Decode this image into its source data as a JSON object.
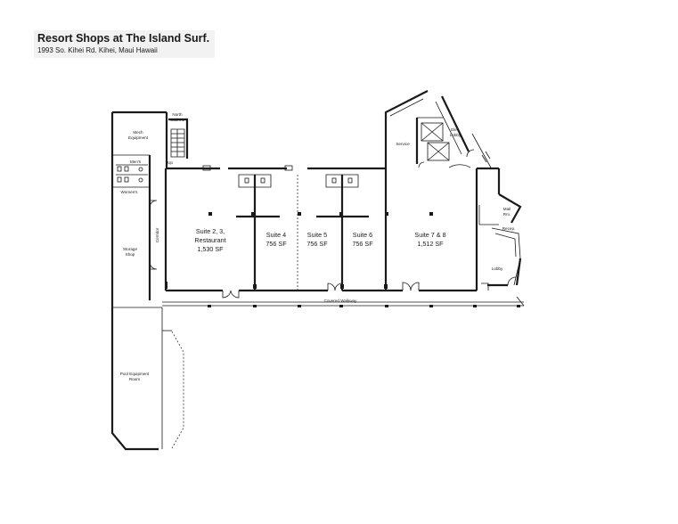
{
  "header": {
    "title": "Resort Shops at The Island Surf.",
    "address": "1993 So. Kihei Rd. Kihei, Maui Hawaii"
  },
  "rooms": {
    "north_stairs_1": "North",
    "north_stairs_2": "Stairs 1",
    "mech_1": "Mech",
    "mech_2": "Equipment",
    "up": "Up",
    "mens": "Men's",
    "womens": "Women's",
    "corridor": "Corridor",
    "storage_1": "Storage",
    "storage_2": "Shop",
    "pool_1": "Pool Equipment",
    "pool_2": "Room",
    "service": "Service",
    "elev_1": "Elev.",
    "elev_2": "Lobby",
    "mail_1": "Mail",
    "mail_2": "Rm.",
    "recep": "Recep.",
    "lobby": "Lobby",
    "covered_walkway": "Covered Walkway"
  },
  "suites": {
    "s23_line1": "Suite 2, 3,",
    "s23_line2": "Restaurant",
    "s23_area": "1,530 SF",
    "s4_name": "Suite 4",
    "s4_area": "756 SF",
    "s5_name": "Suite 5",
    "s5_area": "756 SF",
    "s6_name": "Suite 6",
    "s6_area": "756 SF",
    "s78_name": "Suite 7 & 8",
    "s78_area": "1,512 SF"
  }
}
